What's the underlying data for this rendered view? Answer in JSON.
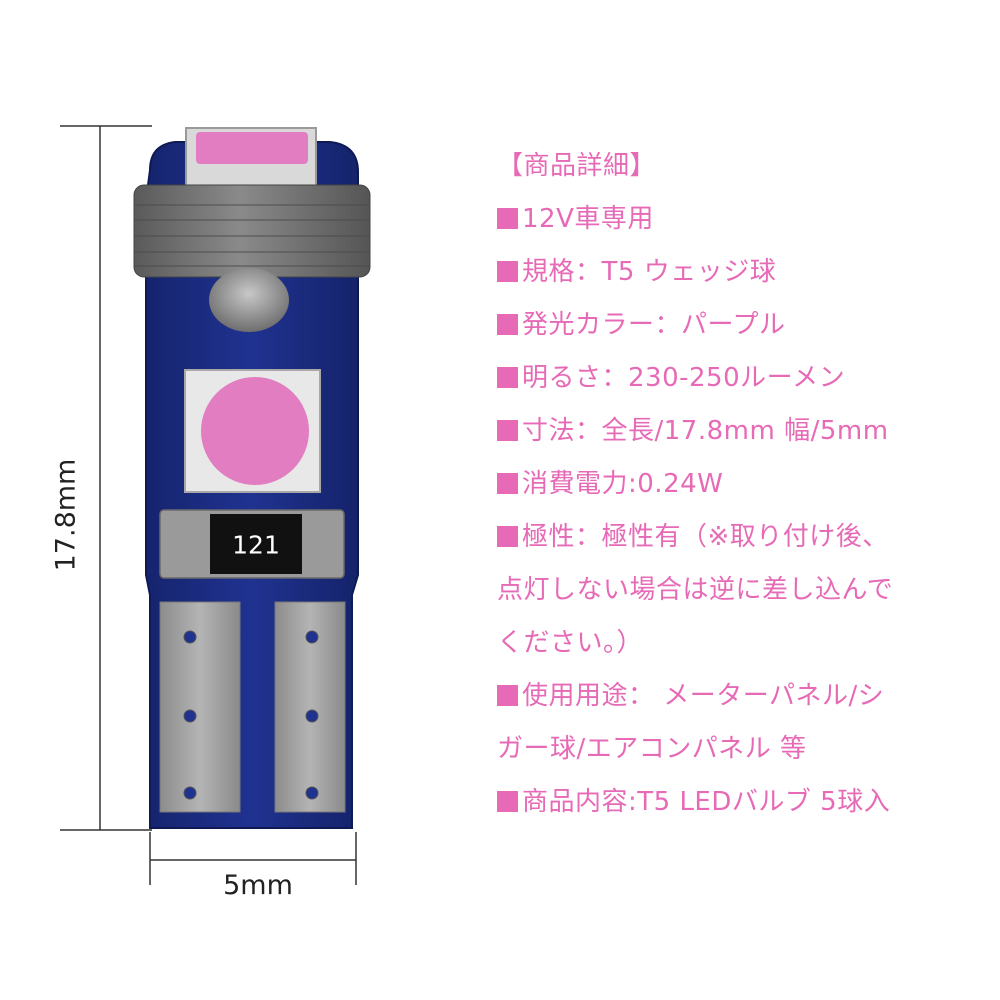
{
  "figure": {
    "height_label": "17.8mm",
    "width_label": "5mm",
    "resistor_code": "121",
    "colors": {
      "pcb": "#1c2d80",
      "led_purple": "#e27dc2",
      "spec_text": "#e76ab7"
    },
    "icons": [
      "led-chip-icon",
      "resistor-icon",
      "contact-pad-icon",
      "dimension-line-icon"
    ]
  },
  "specs": {
    "heading": "【商品詳細】",
    "lines": [
      "12V車専用",
      "規格：T5 ウェッジ球",
      "発光カラー：パープル",
      "明るさ：230-250ルーメン",
      "寸法：全長/17.8mm 幅/5mm",
      "消費電力:0.24W",
      "極性：極性有（※取り付け後、",
      "使用用途： メーターパネル/シ",
      "商品内容:T5 LEDバルブ 5球入"
    ],
    "continuations": [
      "点灯しない場合は逆に差し込んで",
      "ください。）",
      "ガー球/エアコンパネル 等"
    ]
  }
}
